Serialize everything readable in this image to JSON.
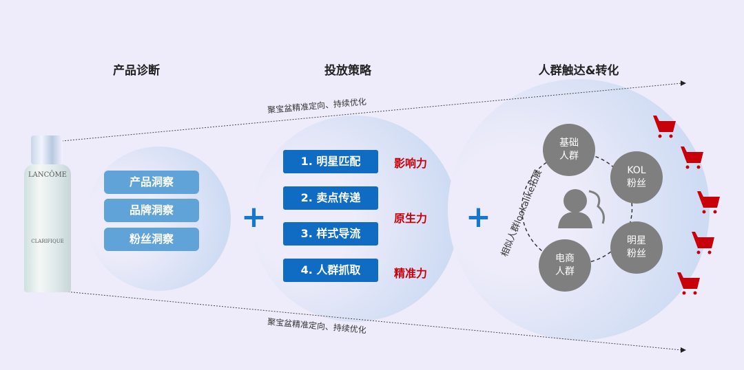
{
  "headers": {
    "diagnosis": "产品诊断",
    "strategy": "投放策略",
    "reach": "人群触达&转化"
  },
  "line_label_top": "聚宝盆精准定向、持续优化",
  "line_label_bottom": "聚宝盆精准定向、持续优化",
  "product": {
    "brand": "LANCÔME",
    "name": "CLARIFIQUE"
  },
  "insights": [
    "产品洞察",
    "品牌洞察",
    "粉丝洞察"
  ],
  "steps": [
    "1. 明星匹配",
    "2. 卖点传递",
    "3. 样式导流",
    "4. 人群抓取"
  ],
  "powers": [
    "影响力",
    "原生力",
    "精准力"
  ],
  "plus": "+",
  "audiences": [
    "基础\n人群",
    "KOL\n粉丝",
    "明星\n粉丝",
    "电商\n人群"
  ],
  "lookalike_label": "相似人群lookalike拓展",
  "colors": {
    "insight": "#5fa3d8",
    "step": "#0f6cc2",
    "power": "#c8000a",
    "cart": "#c8000a"
  }
}
